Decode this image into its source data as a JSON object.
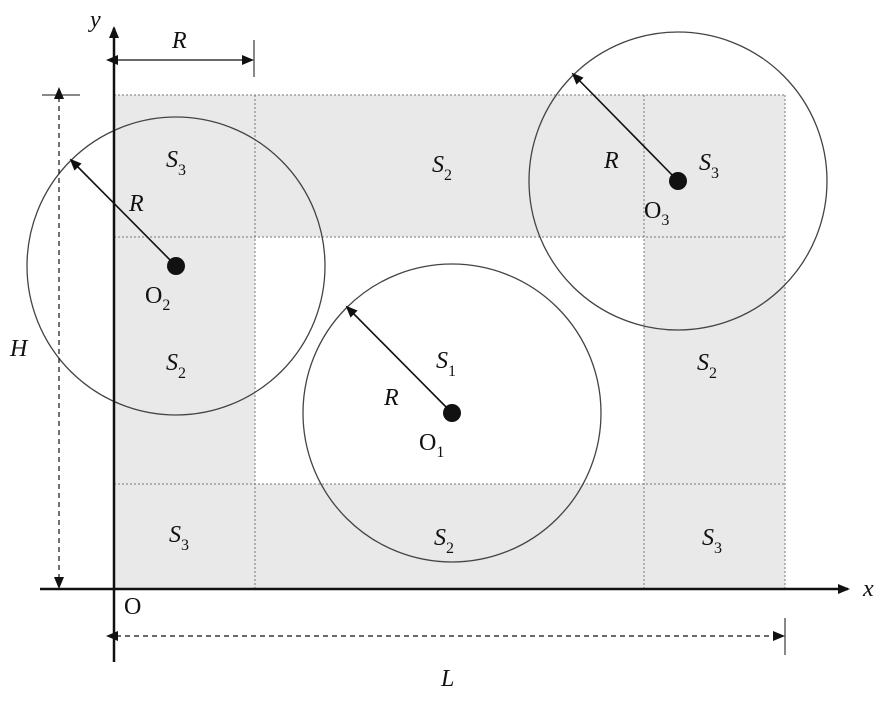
{
  "colors": {
    "shade": "#e9e9e9",
    "line": "#444444",
    "axis": "#111111",
    "point": "#111111"
  },
  "axes": {
    "x_label": "x",
    "y_label": "y",
    "origin_label": "O"
  },
  "dimensions": {
    "width_label": "L",
    "height_label": "H",
    "radius_label": "R"
  },
  "regions": {
    "corner": {
      "label": "S",
      "sub": "3"
    },
    "edge": {
      "label": "S",
      "sub": "2"
    },
    "interior": {
      "label": "S",
      "sub": "1"
    }
  },
  "circles": [
    {
      "label": "O",
      "sub": "1",
      "radius_label": "R"
    },
    {
      "label": "O",
      "sub": "2",
      "radius_label": "R"
    },
    {
      "label": "O",
      "sub": "3",
      "radius_label": "R"
    }
  ]
}
